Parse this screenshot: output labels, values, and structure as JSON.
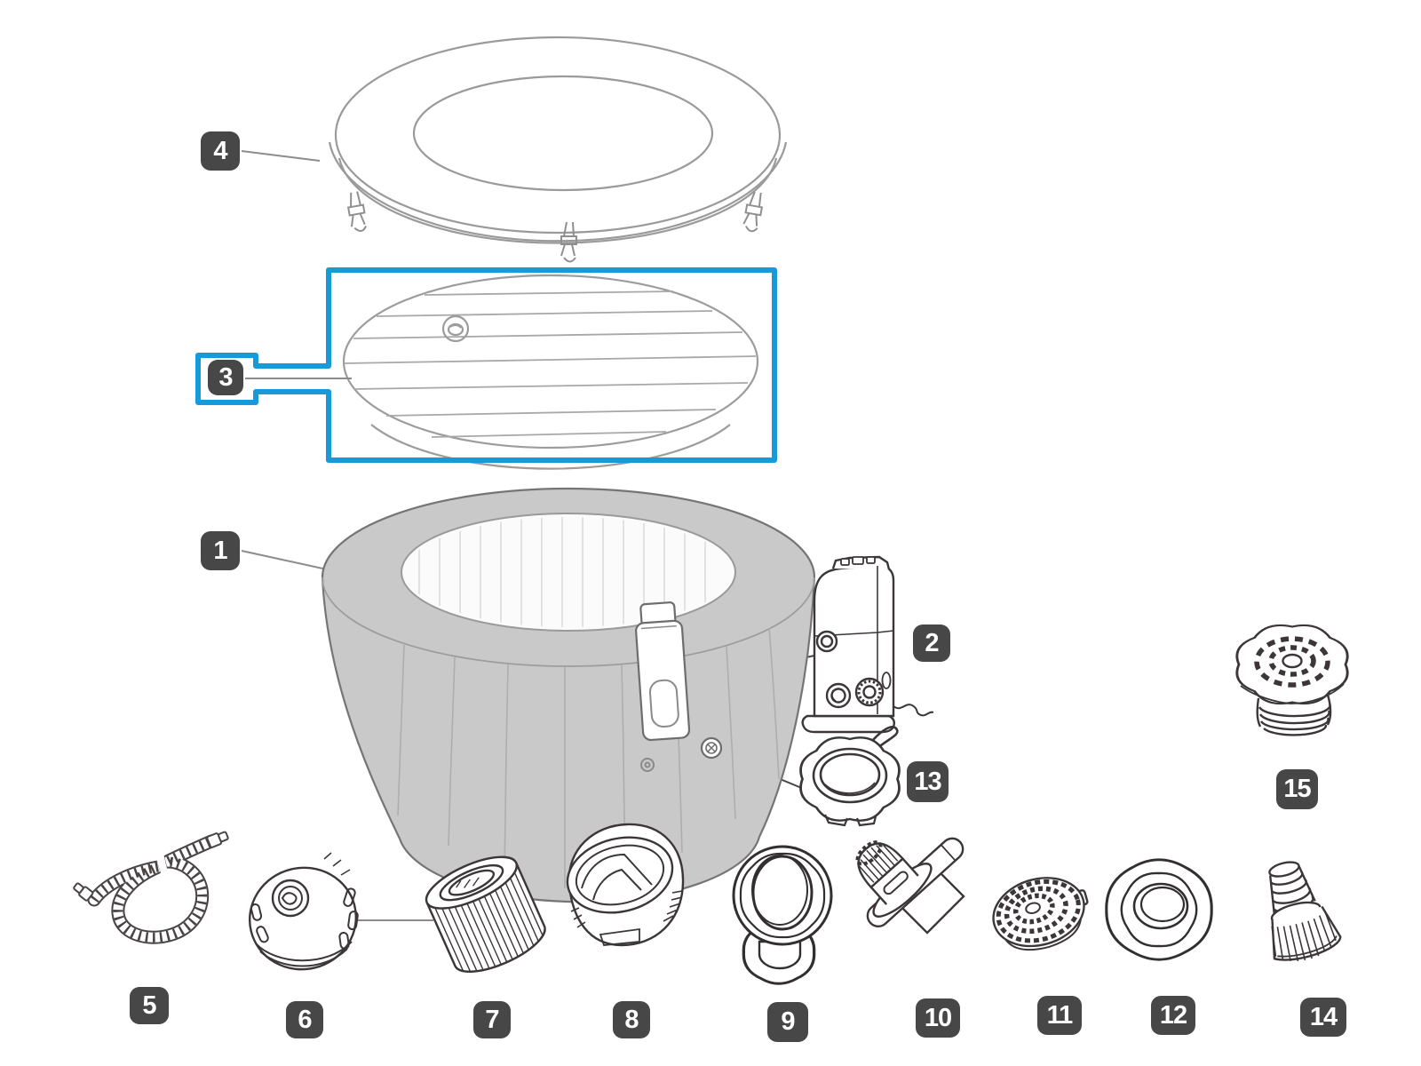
{
  "diagram": {
    "type": "exploded-parts-diagram",
    "selected_part_number": "3"
  },
  "colors": {
    "background": "#ffffff",
    "highlight_blue": "#1899d8",
    "badge_background": "#474747",
    "badge_text": "#ffffff",
    "tub_fill": "#c9c9ca",
    "light_outline": "#9a9a9a",
    "dark_outline": "#3c3637",
    "leader_line": "#8c8c8c"
  },
  "parts": [
    {
      "number": "1",
      "icon": "spa-tub-drawing"
    },
    {
      "number": "2",
      "icon": "pump-unit-drawing"
    },
    {
      "number": "3",
      "icon": "inflatable-lid-drawing",
      "highlighted": true
    },
    {
      "number": "4",
      "icon": "spa-cover-drawing"
    },
    {
      "number": "5",
      "icon": "inflation-hose-drawing"
    },
    {
      "number": "6",
      "icon": "filter-housing-drawing"
    },
    {
      "number": "7",
      "icon": "filter-cartridge-drawing"
    },
    {
      "number": "8",
      "icon": "filter-housing-cap-drawing"
    },
    {
      "number": "9",
      "icon": "chemical-dispenser-drawing"
    },
    {
      "number": "10",
      "icon": "jet-valve-connector-drawing"
    },
    {
      "number": "11",
      "icon": "strainer-cover-drawing"
    },
    {
      "number": "12",
      "icon": "valve-knob-drawing"
    },
    {
      "number": "13",
      "icon": "coupling-ring-drawing"
    },
    {
      "number": "14",
      "icon": "drain-valve-adaptor-drawing"
    },
    {
      "number": "15",
      "icon": "debris-screen-cap-drawing"
    }
  ]
}
